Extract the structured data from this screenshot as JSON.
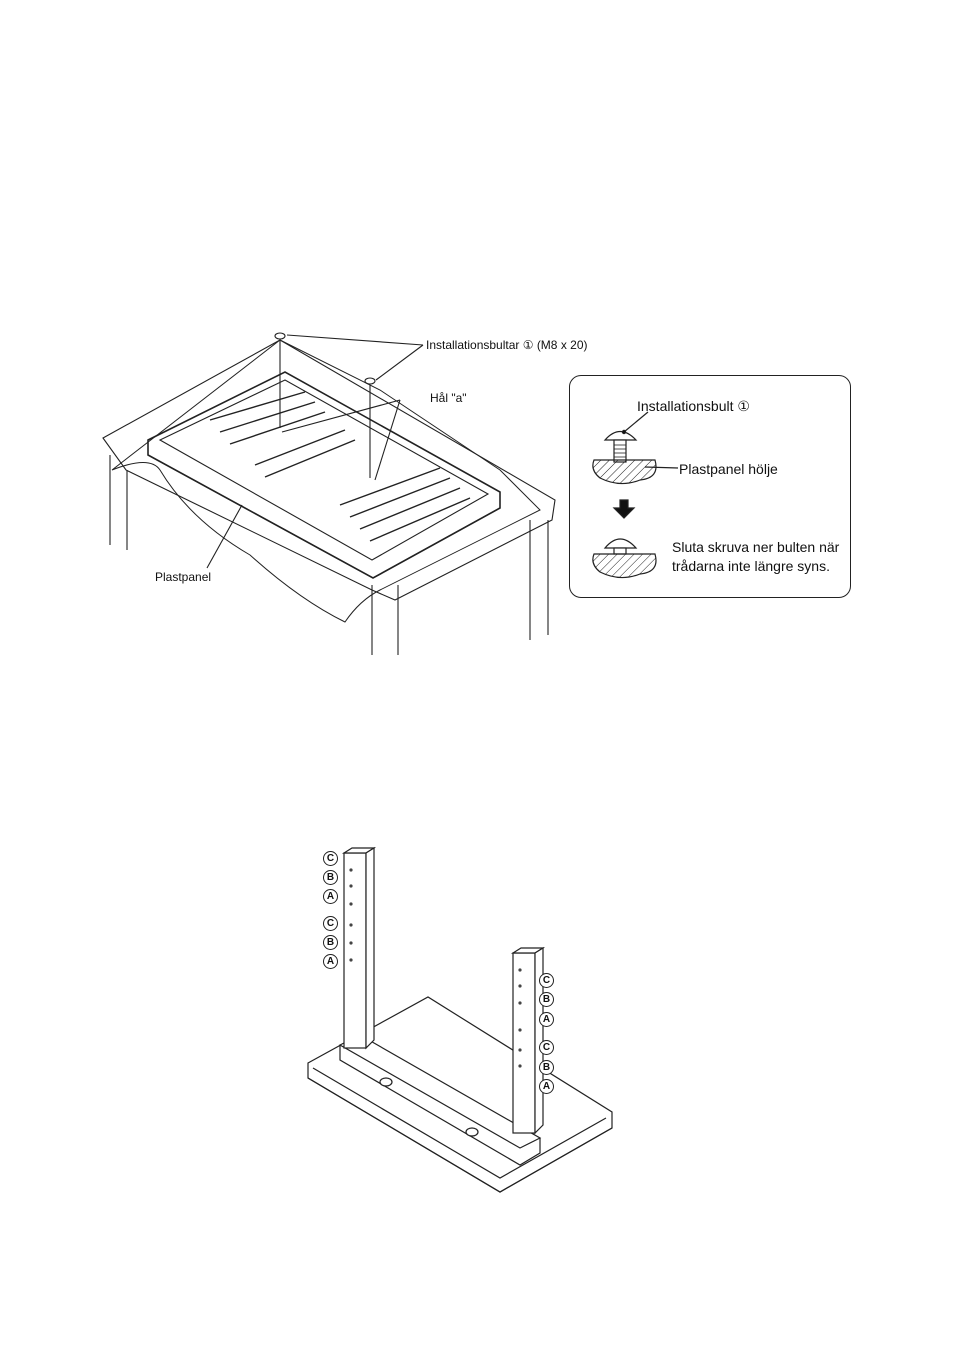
{
  "figure1": {
    "label_bolts": "Installationsbultar ① (M8 x 20)",
    "label_holes": "Hål  \"a\"",
    "label_panel": "Plastpanel"
  },
  "callout": {
    "label_bolt": "Installationsbult ①",
    "label_cover": "Plastpanel hölje",
    "label_stop_line1": "Sluta skruva ner bulten när",
    "label_stop_line2": "trådarna inte längre syns."
  },
  "figure2": {
    "left_post_letters": [
      "C",
      "B",
      "A",
      "C",
      "B",
      "A"
    ],
    "right_post_letters": [
      "C",
      "B",
      "A",
      "C",
      "B",
      "A"
    ]
  }
}
